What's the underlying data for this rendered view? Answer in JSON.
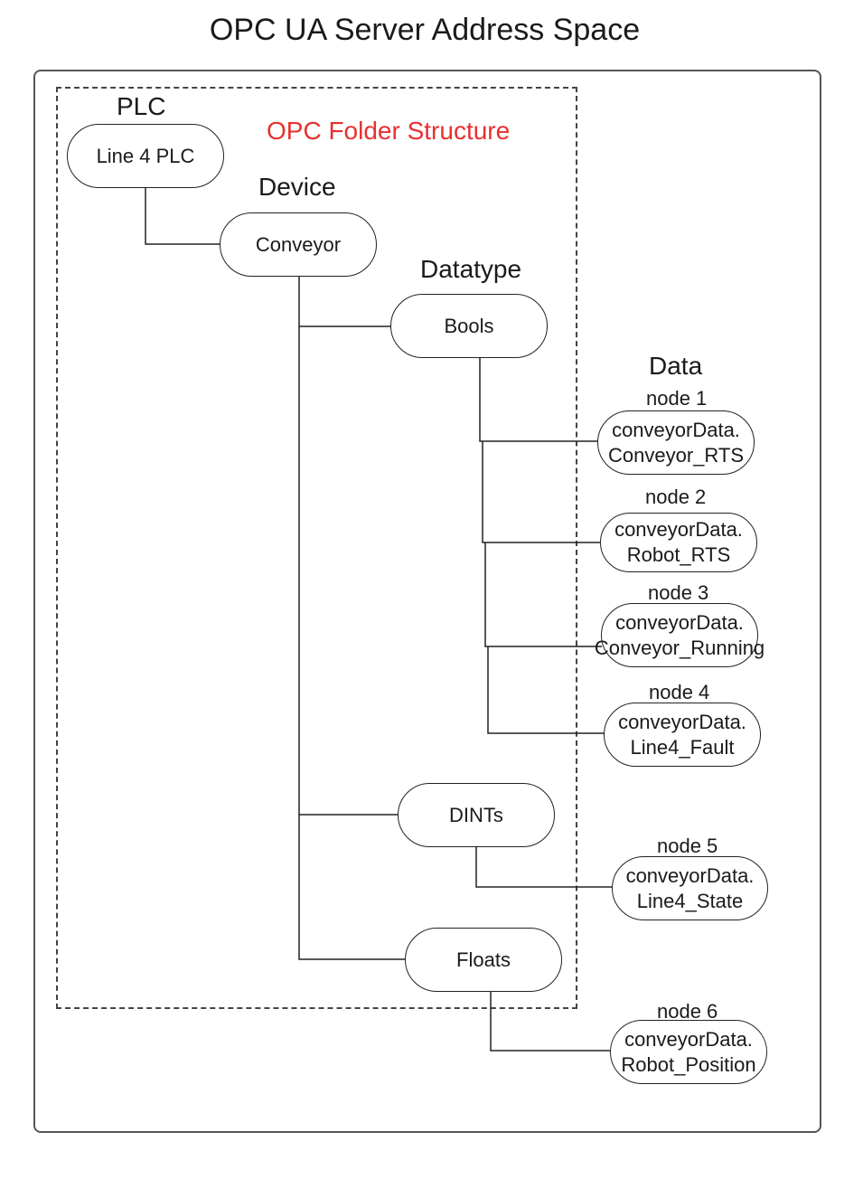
{
  "title": "OPC UA Server Address Space",
  "folder_structure_label": "OPC Folder Structure",
  "colors": {
    "folder_structure_label": "#e8302f",
    "lines": "#222222"
  },
  "headings": {
    "plc": "PLC",
    "device": "Device",
    "datatype": "Datatype",
    "data": "Data"
  },
  "plc": {
    "label": "Line 4 PLC"
  },
  "device": {
    "label": "Conveyor"
  },
  "datatypes": {
    "bools": "Bools",
    "dints": "DINTs",
    "floats": "Floats"
  },
  "nodes": [
    {
      "label": "node 1",
      "line1": "conveyorData.",
      "line2": "Conveyor_RTS"
    },
    {
      "label": "node 2",
      "line1": "conveyorData.",
      "line2": "Robot_RTS"
    },
    {
      "label": "node 3",
      "line1": "conveyorData.",
      "line2": "Conveyor_Running"
    },
    {
      "label": "node 4",
      "line1": "conveyorData.",
      "line2": "Line4_Fault"
    },
    {
      "label": "node 5",
      "line1": "conveyorData.",
      "line2": "Line4_State"
    },
    {
      "label": "node 6",
      "line1": "conveyorData.",
      "line2": "Robot_Position"
    }
  ]
}
